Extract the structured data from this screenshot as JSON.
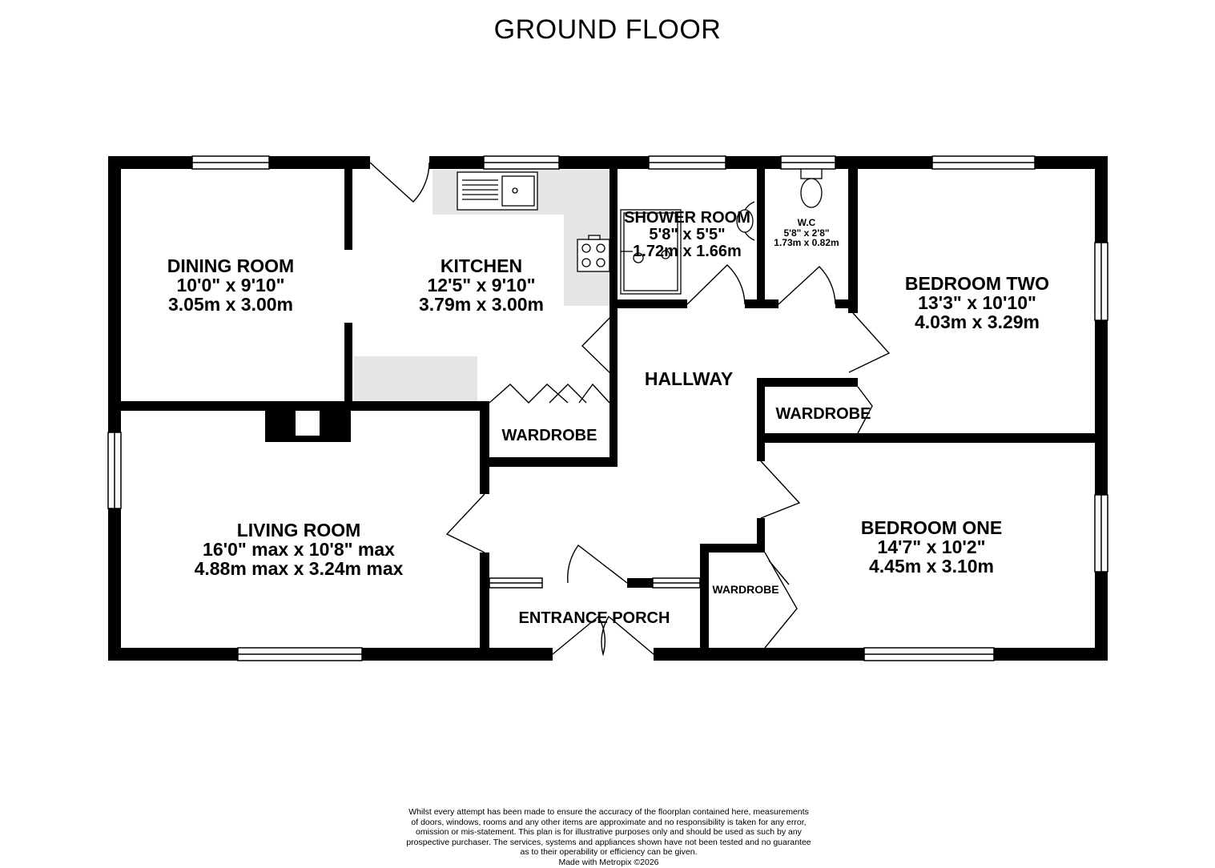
{
  "title": "GROUND FLOOR",
  "rooms": {
    "dining": {
      "name": "DINING ROOM",
      "imperial": "10'0\"  x 9'10\"",
      "metric": "3.05m  x 3.00m"
    },
    "kitchen": {
      "name": "KITCHEN",
      "imperial": "12'5\"  x 9'10\"",
      "metric": "3.79m  x 3.00m"
    },
    "shower": {
      "name": "SHOWER ROOM",
      "imperial": "5'8\"  x 5'5\"",
      "metric": "1.72m  x 1.66m"
    },
    "wc": {
      "name": "W.C",
      "imperial": "5'8\"  x 2'8\"",
      "metric": "1.73m  x 0.82m"
    },
    "bedroom_two": {
      "name": "BEDROOM TWO",
      "imperial": "13'3\"  x 10'10\"",
      "metric": "4.03m  x 3.29m"
    },
    "hallway": {
      "name": "HALLWAY"
    },
    "living": {
      "name": "LIVING ROOM",
      "imperial": "16'0\" max x 10'8\" max",
      "metric": "4.88m max x 3.24m max"
    },
    "bedroom_one": {
      "name": "BEDROOM ONE",
      "imperial": "14'7\"  x 10'2\"",
      "metric": "4.45m  x 3.10m"
    },
    "entrance": {
      "name": "ENTRANCE PORCH"
    },
    "wardrobe_hall": {
      "name": "WARDROBE"
    },
    "wardrobe_bed2": {
      "name": "WARDROBE"
    },
    "wardrobe_bed1": {
      "name": "WARDROBE"
    }
  },
  "disclaimer": {
    "line1": "Whilst every attempt has been made to ensure the accuracy of the floorplan contained here, measurements",
    "line2": "of doors, windows, rooms and any other items are approximate and no responsibility is taken for any error,",
    "line3": "omission or mis-statement. This plan is for illustrative purposes only and should be used as such by any",
    "line4": "prospective purchaser. The services, systems and appliances shown have not been tested and no guarantee",
    "line5": "as to their operability or efficiency can be given.",
    "line6": "Made with Metropix ©2026"
  },
  "colors": {
    "wall": "#000000",
    "fitting": "#e6e6e6",
    "background": "#ffffff"
  }
}
